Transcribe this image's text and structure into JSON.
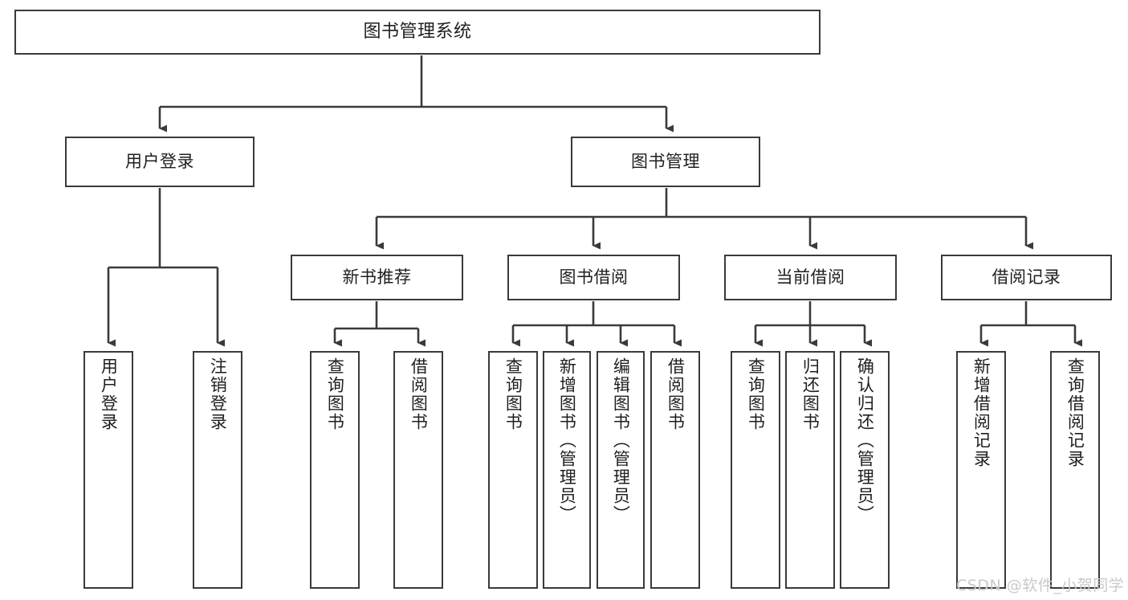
{
  "diagram": {
    "title": "图书管理系统",
    "type": "tree-structure-chart",
    "orientation": "top-down",
    "colors": {
      "node_border": "#3a3a3a",
      "node_fill": "#ffffff",
      "edge": "#3a3a3a",
      "text": "#1f1f1f",
      "watermark": "#c9c9c9",
      "background": "#ffffff"
    }
  },
  "nodes": {
    "root": {
      "label": "图书管理系统"
    },
    "level2": [
      {
        "id": "user-login",
        "label": "用户登录"
      },
      {
        "id": "book-manage",
        "label": "图书管理"
      }
    ],
    "level3": [
      {
        "id": "new-book-recommend",
        "label": "新书推荐"
      },
      {
        "id": "book-borrow",
        "label": "图书借阅"
      },
      {
        "id": "current-borrow",
        "label": "当前借阅"
      },
      {
        "id": "borrow-record",
        "label": "借阅记录"
      }
    ],
    "leaves": {
      "user_login": [
        {
          "id": "leaf-user-login",
          "label": "用户登录"
        },
        {
          "id": "leaf-logout",
          "label": "注销登录"
        }
      ],
      "new_book_recommend": [
        {
          "id": "leaf-query-book-1",
          "label": "查询图书"
        },
        {
          "id": "leaf-borrow-book-1",
          "label": "借阅图书"
        }
      ],
      "book_borrow": [
        {
          "id": "leaf-query-book-2",
          "label": "查询图书"
        },
        {
          "id": "leaf-add-book",
          "label": "新增图书（管理员）"
        },
        {
          "id": "leaf-edit-book",
          "label": "编辑图书（管理员）"
        },
        {
          "id": "leaf-borrow-book-2",
          "label": "借阅图书"
        }
      ],
      "current_borrow": [
        {
          "id": "leaf-query-book-3",
          "label": "查询图书"
        },
        {
          "id": "leaf-return-book",
          "label": "归还图书"
        },
        {
          "id": "leaf-confirm-return",
          "label": "确认归还（管理员）"
        }
      ],
      "borrow_record": [
        {
          "id": "leaf-add-record",
          "label": "新增借阅记录"
        },
        {
          "id": "leaf-query-record",
          "label": "查询借阅记录"
        }
      ]
    }
  },
  "watermark": {
    "text": "CSDN @软件_小贺同学"
  }
}
